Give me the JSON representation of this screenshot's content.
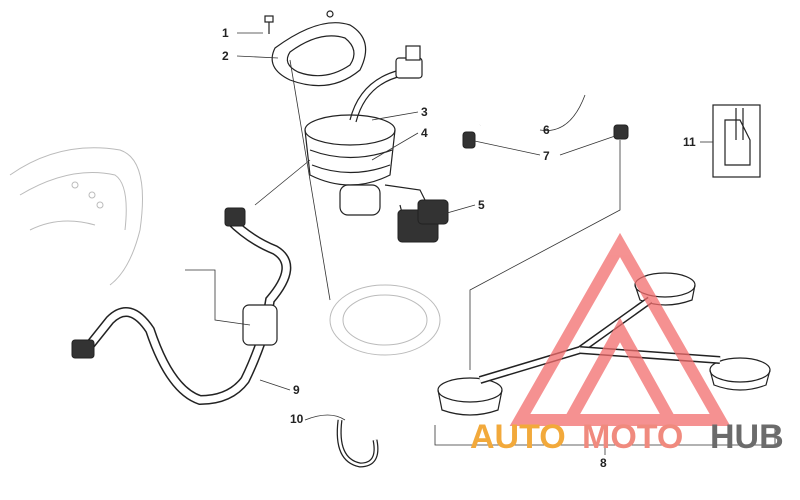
{
  "callouts": [
    {
      "id": "1",
      "label": "1"
    },
    {
      "id": "2",
      "label": "2"
    },
    {
      "id": "3",
      "label": "3"
    },
    {
      "id": "4",
      "label": "4"
    },
    {
      "id": "5",
      "label": "5"
    },
    {
      "id": "6",
      "label": "6"
    },
    {
      "id": "7",
      "label": "7"
    },
    {
      "id": "8",
      "label": "8"
    },
    {
      "id": "9",
      "label": "9"
    },
    {
      "id": "10",
      "label": "10"
    },
    {
      "id": "11",
      "label": "11"
    }
  ],
  "watermark": {
    "part1": "AUTO",
    "part2": "MOTO",
    "part3": "HUB",
    "colors": {
      "auto": "#f2a93b",
      "moto": "#f08a7e",
      "hub": "#6b6b6b",
      "triangle": "#f26d6d"
    }
  }
}
